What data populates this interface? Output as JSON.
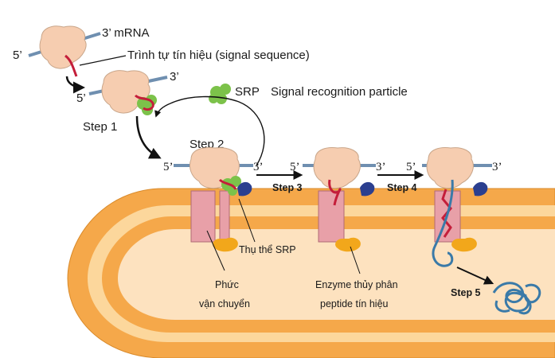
{
  "labels": {
    "top_three_prime_mrna": "3’ mRNA",
    "top_five_prime": "5’",
    "signal_sequence": "Trình tự tín hiệu (signal sequence)",
    "second_three_prime": "3’",
    "second_five_prime": "5’",
    "srp": "SRP",
    "srp_full": "Signal recognition particle",
    "step1": "Step 1",
    "step2": "Step 2",
    "step3": "Step 3",
    "step4": "Step 4",
    "step5": "Step 5",
    "membrane_five_prime_a": "5’",
    "membrane_three_prime_a": "3’",
    "membrane_five_prime_b": "5’",
    "membrane_three_prime_b": "3’",
    "membrane_five_prime_c": "5’",
    "membrane_three_prime_c": "3’",
    "srp_receptor": "Thụ thể SRP",
    "translocon_line1": "Phức",
    "translocon_line2": "vận chuyển",
    "peptidase_line1": "Enzyme thủy phân",
    "peptidase_line2": "peptide tín hiệu"
  },
  "colors": {
    "membrane_outer": "#f5a84a",
    "membrane_inner": "#fde2bf",
    "lumen": "#fde2bf",
    "ribosome": "#f6cdb0",
    "mrna": "#6f8fb0",
    "signal": "#c41e3a",
    "srp": "#7cc24a",
    "receptor": "#2b3f8f",
    "translocon": "#e8a0a8",
    "peptidase": "#f2a71b",
    "protein": "#3a7aa8"
  }
}
